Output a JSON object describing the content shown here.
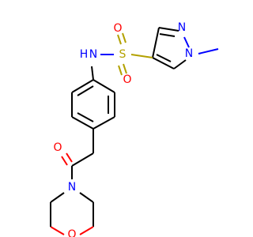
{
  "molecule": {
    "atoms": {
      "n_pyrazole_1": "N",
      "n_pyrazole_2": "N",
      "s_sulfonyl": "S",
      "o_sulfonyl_1": "O",
      "o_sulfonyl_2": "O",
      "n_amide": "N",
      "h_amide": "H",
      "o_carbonyl": "O",
      "n_morpholine": "N",
      "o_morpholine": "O"
    },
    "colors": {
      "carbon_bond": "#000000",
      "nitrogen": "#0000ff",
      "oxygen": "#ff0000",
      "sulfur": "#b3a100"
    }
  }
}
